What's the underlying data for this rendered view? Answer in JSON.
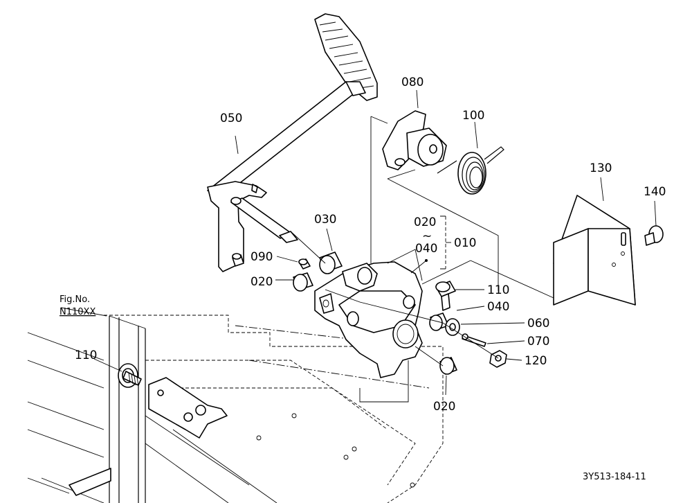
{
  "figure_ref": {
    "line1": "Fig.No.",
    "line2": "N110XX"
  },
  "drawing_code": "3Y513-184-11",
  "callouts": {
    "c010": "010",
    "c020_range": "020",
    "c040_range": "040",
    "tilde": "~",
    "c020_a": "020",
    "c020_b": "020",
    "c030": "030",
    "c040": "040",
    "c050": "050",
    "c060": "060",
    "c070": "070",
    "c080": "080",
    "c090": "090",
    "c100": "100",
    "c110_a": "110",
    "c110_b": "110",
    "c120": "120",
    "c130": "130",
    "c140": "140"
  }
}
